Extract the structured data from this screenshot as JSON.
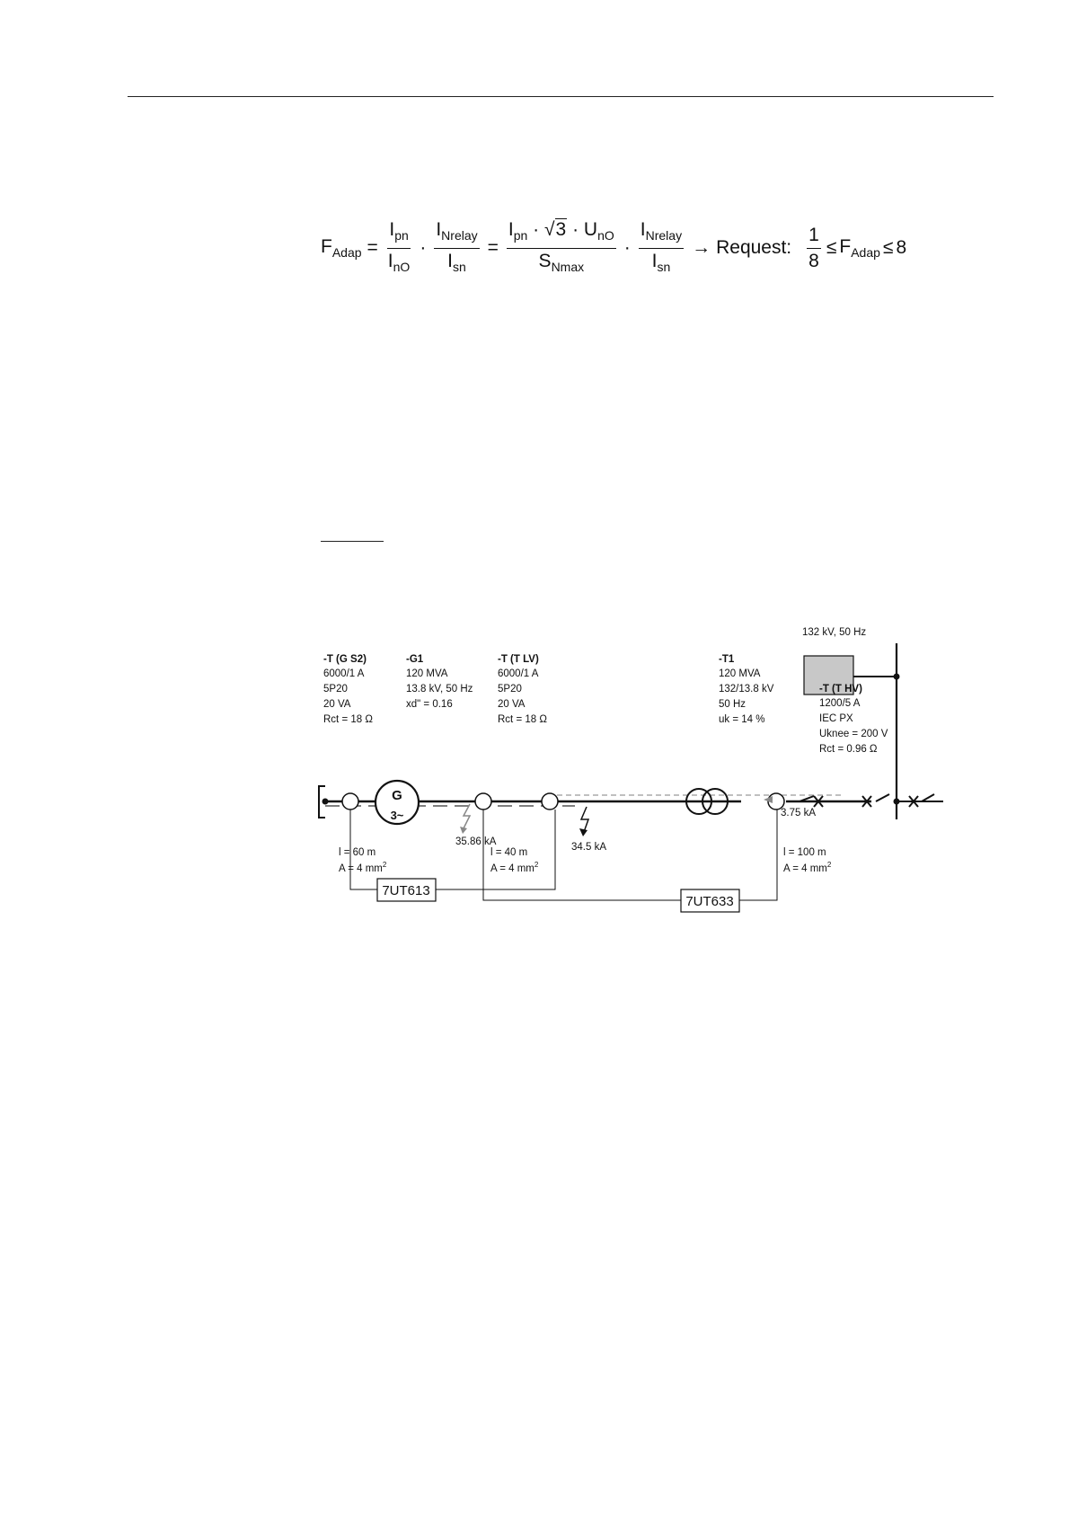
{
  "formula": {
    "lhs": "F",
    "lhs_sub": "Adap",
    "eq": "=",
    "f1_num": "I",
    "f1_num_sub": "pn",
    "f1_den": "I",
    "f1_den_sub": "nO",
    "dot": "·",
    "f2_num": "I",
    "f2_num_sub": "Nrelay",
    "f2_den": "I",
    "f2_den_sub": "sn",
    "f3_num_a": "I",
    "f3_num_a_sub": "pn",
    "f3_num_sqrt": "3",
    "f3_num_b": "U",
    "f3_num_b_sub": "nO",
    "f3_den": "S",
    "f3_den_sub": "Nmax",
    "arrow": "→",
    "request": "Request:",
    "lim_num": "1",
    "lim_den": "8",
    "le": "≤",
    "rhs": "F",
    "rhs_sub": "Adap",
    "upper": "8"
  },
  "diagram": {
    "supply_label": "132 kV, 50 Hz",
    "ct_gs2": {
      "name": "-T (G S2)",
      "l1": "6000/1 A",
      "l2": "5P20",
      "l3": "20 VA",
      "l4": "Rct = 18  Ω"
    },
    "gen": {
      "name": "-G1",
      "l1": "120 MVA",
      "l2": "13.8 kV, 50 Hz",
      "l3": "xd\" = 0.16",
      "sym_top": "G",
      "sym_bottom": "3~"
    },
    "ct_tlv": {
      "name": "-T (T LV)",
      "l1": "6000/1 A",
      "l2": "5P20",
      "l3": "20 VA",
      "l4": "Rct = 18  Ω"
    },
    "trafo": {
      "name": "-T1",
      "l1": "120 MVA",
      "l2": "132/13.8 kV",
      "l3": "50 Hz",
      "l4": "uk = 14 %"
    },
    "ct_thv": {
      "name": "-T (T HV)",
      "l1": "1200/5 A",
      "l2": "IEC PX",
      "l3": "Uknee = 200 V",
      "l4": "Rct = 0.96  Ω"
    },
    "fault1": "35.86 kA",
    "fault2": "34.5 kA",
    "fault3": "3.75 kA",
    "cable1": {
      "l": "l = 60 m",
      "a": "A = 4 mm",
      "sup": "2"
    },
    "cable2": {
      "l": "l = 40 m",
      "a": "A = 4 mm",
      "sup": "2"
    },
    "cable3": {
      "l": "l = 100 m",
      "a": "A = 4 mm",
      "sup": "2"
    },
    "relay1": "7UT613",
    "relay2": "7UT633"
  }
}
